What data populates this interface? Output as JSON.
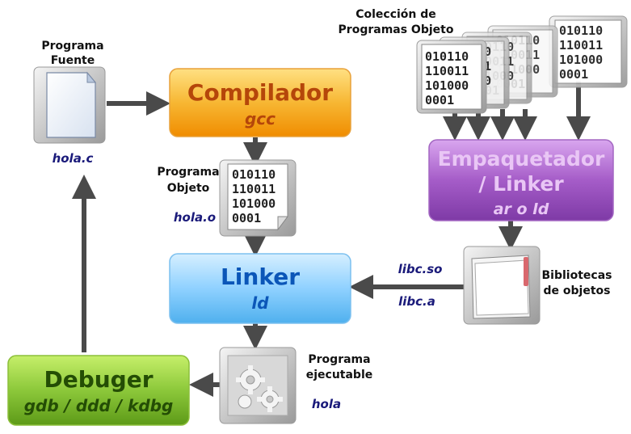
{
  "source_program": {
    "label_line1": "Programa",
    "label_line2": "Fuente",
    "filename": "hola.c"
  },
  "compiler": {
    "title": "Compilador",
    "subtitle": "gcc",
    "color": "#f39c12"
  },
  "object_program": {
    "label_line1": "Programa",
    "label_line2": "Objeto",
    "filename": "hola.o",
    "binary": [
      "010110",
      "110011",
      "101000",
      "0001"
    ]
  },
  "object_collection": {
    "label_line1": "Colección de",
    "label_line2": "Programas Objeto",
    "binary": [
      "010110",
      "110011",
      "101000",
      "0001"
    ]
  },
  "packager": {
    "title_line1": "Empaquetador",
    "title_line2": "/ Linker",
    "subtitle": "ar o ld",
    "color": "#8e44ad"
  },
  "libraries": {
    "label_line1": "Bibliotecas",
    "label_line2": "de objetos",
    "lib1": "libc.so",
    "lib2": "libc.a"
  },
  "linker": {
    "title": "Linker",
    "subtitle": "ld",
    "color": "#3498db"
  },
  "executable": {
    "label_line1": "Programa",
    "label_line2": "ejecutable",
    "filename": "hola"
  },
  "debugger": {
    "title": "Debuger",
    "subtitle": "gdb / ddd / kdbg",
    "color": "#7cb518"
  }
}
